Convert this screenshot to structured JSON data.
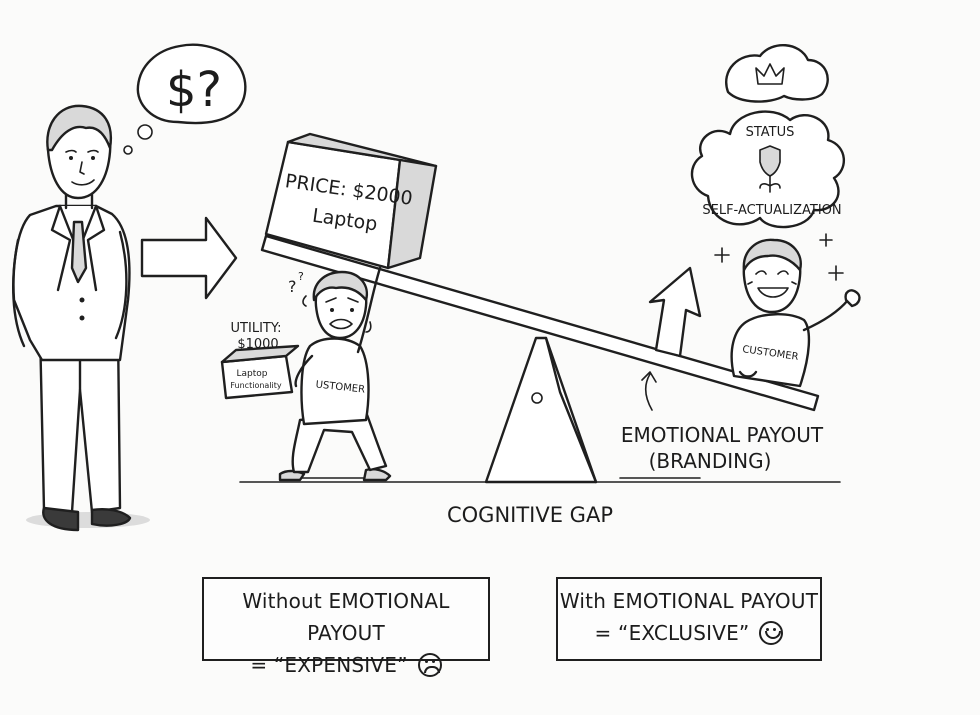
{
  "thought_bubble": {
    "text": "$?"
  },
  "heavy_box": {
    "line1": "PRICE: $2000",
    "line2": "Laptop"
  },
  "utility": {
    "line1": "UTILITY:",
    "line2": "$1000",
    "box_line1": "Laptop",
    "box_line2": "Functionality"
  },
  "struggling_customer": {
    "shirt": "USTOMER"
  },
  "happy_customer": {
    "shirt": "CUSTOMER"
  },
  "cloud": {
    "status": "STATUS",
    "self_actualization": "SELF-ACTUALIZATION"
  },
  "emotional": {
    "line1": "EMOTIONAL PAYOUT",
    "line2": "(BRANDING)"
  },
  "fulcrum": {
    "label": "COGNITIVE GAP"
  },
  "without_box": {
    "line1": "Without EMOTIONAL PAYOUT",
    "line2": "= “EXPENSIVE”",
    "face": "sad-face-icon"
  },
  "with_box": {
    "line1": "With EMOTIONAL PAYOUT",
    "line2": "= “EXCLUSIVE”",
    "face": "happy-face-icon"
  },
  "colors": {
    "ink": "#1f1f1f",
    "paper": "#fbfbfa"
  }
}
